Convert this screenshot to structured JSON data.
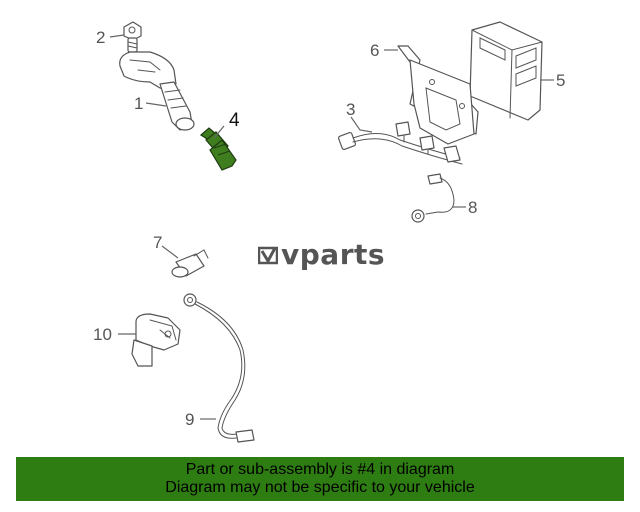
{
  "callouts": [
    {
      "id": "1",
      "label": "1"
    },
    {
      "id": "2",
      "label": "2"
    },
    {
      "id": "3",
      "label": "3"
    },
    {
      "id": "4",
      "label": "4",
      "highlighted": true
    },
    {
      "id": "5",
      "label": "5"
    },
    {
      "id": "6",
      "label": "6"
    },
    {
      "id": "7",
      "label": "7"
    },
    {
      "id": "8",
      "label": "8"
    },
    {
      "id": "9",
      "label": "9"
    },
    {
      "id": "10",
      "label": "10"
    }
  ],
  "logo": {
    "text": "vparts",
    "icon": "vparts-logo-mark"
  },
  "banner": {
    "line1": "Part or sub-assembly is #4 in diagram",
    "line2": "Diagram may not be specific to your vehicle",
    "background": "#2e7d12"
  },
  "colors": {
    "highlight_part": "#3f7e1f",
    "lines": "#555555"
  }
}
